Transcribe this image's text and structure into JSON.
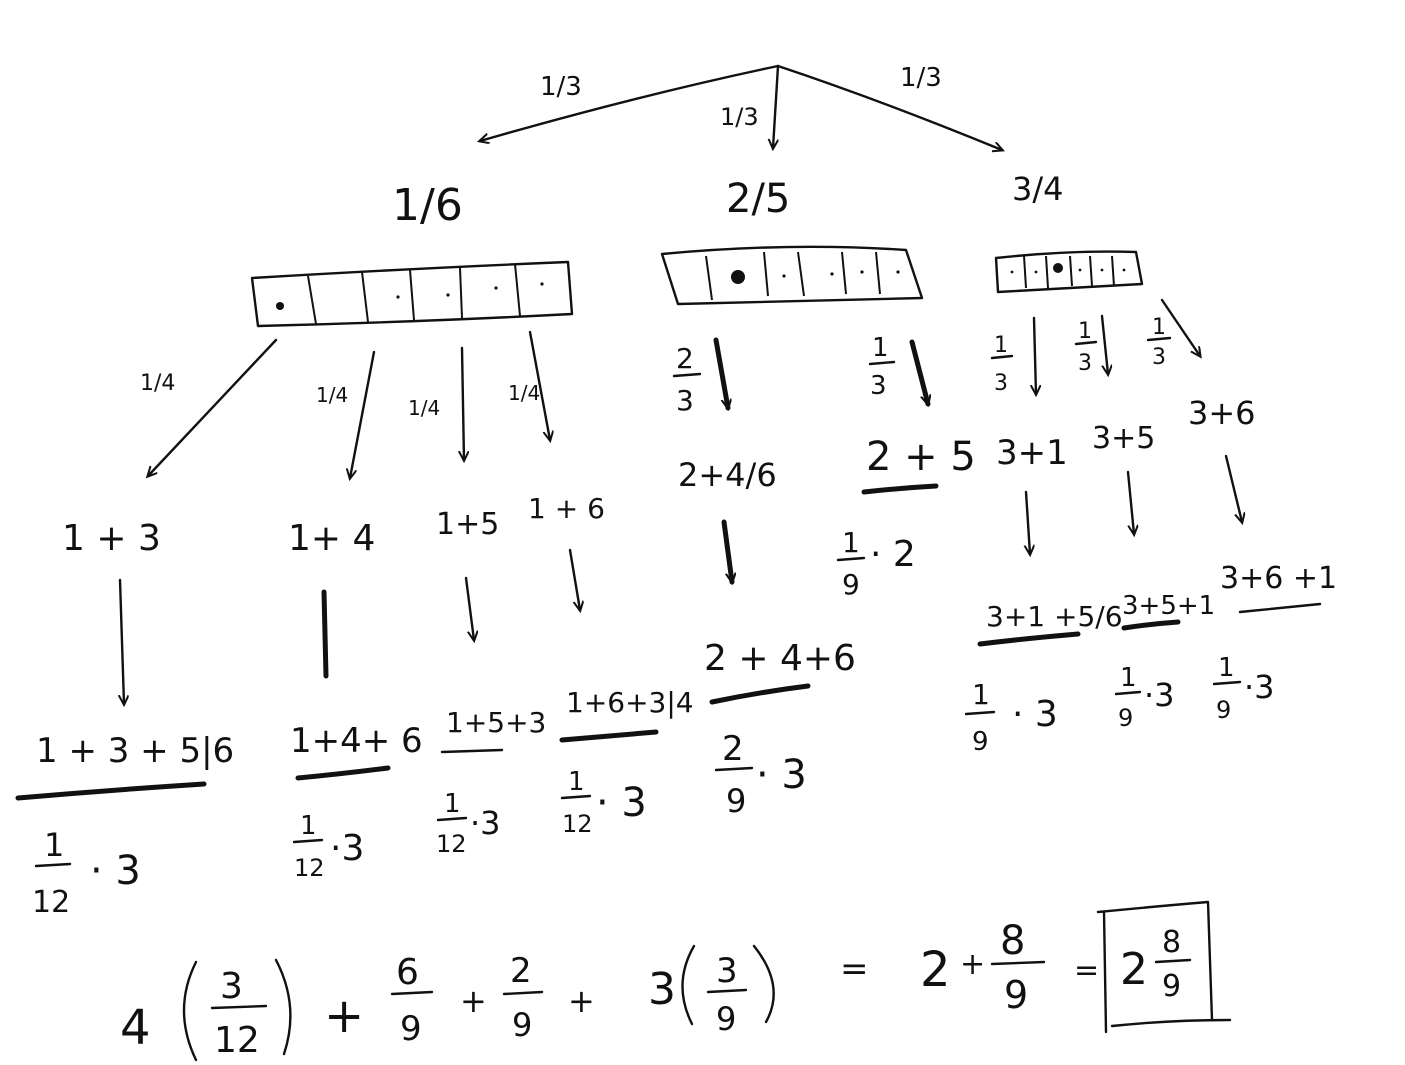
{
  "root_edges": {
    "left": "1/3",
    "mid": "1/3",
    "right": "1/3"
  },
  "urns": [
    {
      "label": "1/6"
    },
    {
      "label": "2/5"
    },
    {
      "label": "3/4"
    }
  ],
  "branch1": {
    "edge_probs": [
      "1/4",
      "1/4",
      "1/4",
      "1/4"
    ],
    "draws": [
      "1 + 3",
      "1+ 4",
      "1+5",
      "1 + 6"
    ],
    "finals": [
      "1 + 3 + 5|6",
      "1+4+ 6",
      "1+5+3",
      "1+6+3|4"
    ],
    "probs": [
      {
        "num": "1",
        "den": "12",
        "mult": "· 3"
      },
      {
        "num": "1",
        "den": "12",
        "mult": "·3"
      },
      {
        "num": "1",
        "den": "12",
        "mult": "·3"
      },
      {
        "num": "1",
        "den": "12",
        "mult": "· 3"
      }
    ]
  },
  "branch2": {
    "edge_probs": [
      "2/3",
      "1/3"
    ],
    "draws": [
      "2+4/6",
      "2 + 5"
    ],
    "final": "2 + 4+6",
    "probs": [
      {
        "num": "2",
        "den": "9",
        "mult": "· 3"
      },
      {
        "num": "1",
        "den": "9",
        "mult": "· 2"
      }
    ]
  },
  "branch3": {
    "edge_probs": [
      "1/3",
      "1/3",
      "1/3"
    ],
    "draws": [
      "3+1",
      "3+5",
      "3+6"
    ],
    "finals": [
      "3+1 +5/6",
      "3+5+1",
      "3+6 +1"
    ],
    "probs": [
      {
        "num": "1",
        "den": "9",
        "mult": "· 3"
      },
      {
        "num": "1",
        "den": "9",
        "mult": "·3"
      },
      {
        "num": "1",
        "den": "9",
        "mult": "·3"
      }
    ]
  },
  "equation": {
    "t1_coef": "4",
    "t1_num": "3",
    "t1_den": "12",
    "plus": "+",
    "t2_num": "6",
    "t2_den": "9",
    "t3_num": "2",
    "t3_den": "9",
    "t4_coef": "3",
    "t4_num": "3",
    "t4_den": "9",
    "eq": "=",
    "whole": "2",
    "r_num": "8",
    "r_den": "9",
    "answer_whole": "2",
    "answer_num": "8",
    "answer_den": "9"
  }
}
